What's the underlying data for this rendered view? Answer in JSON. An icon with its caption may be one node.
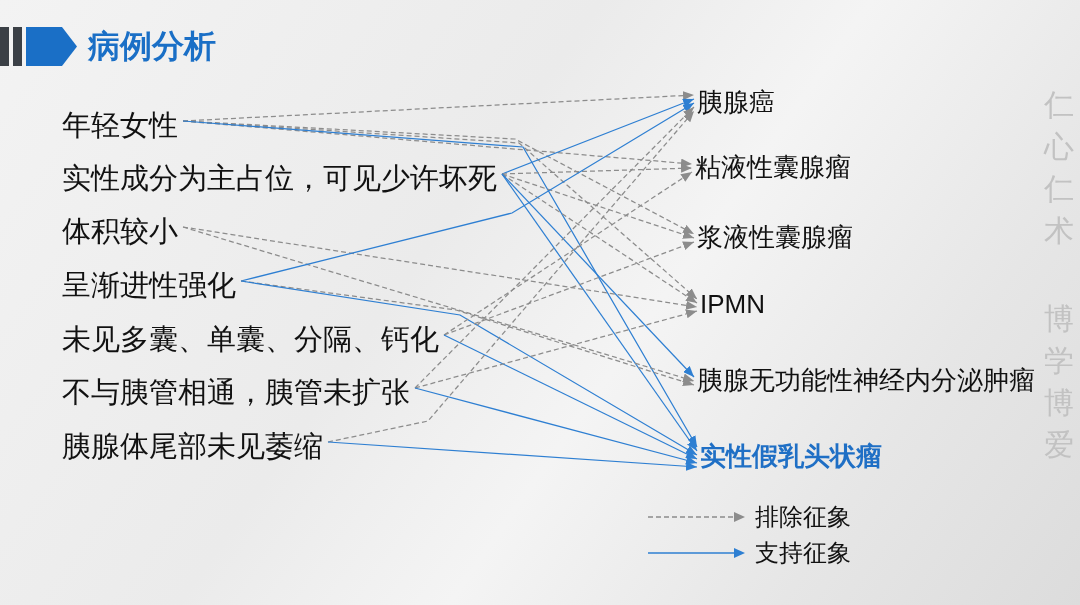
{
  "diagram": {
    "title": "病例分析",
    "nodes": [
      {
        "text": [
          "年轻女性"
        ]
      },
      {
        "text": [
          "实性成分为主占位，可见少许坏死"
        ]
      },
      {
        "text": [
          "体积较小"
        ]
      },
      {
        "text": [
          "呈渐进性强化"
        ]
      },
      {
        "text": [
          "未见多囊、单囊、分隔、钙化"
        ]
      },
      {
        "text": [
          "不与胰管相通，胰管未扩张"
        ]
      },
      {
        "text": [
          "胰腺体尾部未见萎缩"
        ]
      },
      {
        "text": [
          "胰腺癌"
        ]
      },
      {
        "text": [
          "粘液性囊腺瘤"
        ]
      },
      {
        "text": [
          "浆液性囊腺瘤"
        ]
      },
      {
        "text": [
          "IPMN"
        ]
      },
      {
        "text": [
          "胰腺无功能性神经内分泌肿瘤"
        ]
      },
      {
        "text": [
          "实性假乳头状瘤"
        ]
      }
    ],
    "edges": [
      {
        "from": 0,
        "to": 7,
        "arrow": "to",
        "style": "dashed"
      },
      {
        "from": 0,
        "to": 8,
        "arrow": "to",
        "style": "dashed"
      },
      {
        "from": 0,
        "to": 9,
        "arrow": "to",
        "style": "dashed"
      },
      {
        "from": 0,
        "to": 10,
        "arrow": "to",
        "style": "dashed"
      },
      {
        "from": 0,
        "to": 12,
        "arrow": "to",
        "color": "#2e7fd2"
      },
      {
        "from": 1,
        "to": 7,
        "arrow": "to",
        "color": "#2e7fd2"
      },
      {
        "from": 1,
        "to": 8,
        "arrow": "to",
        "style": "dashed"
      },
      {
        "from": 1,
        "to": 9,
        "arrow": "to",
        "style": "dashed"
      },
      {
        "from": 1,
        "to": 10,
        "arrow": "to",
        "style": "dashed"
      },
      {
        "from": 1,
        "to": 11,
        "arrow": "to",
        "color": "#2e7fd2"
      },
      {
        "from": 1,
        "to": 12,
        "arrow": "to",
        "color": "#2e7fd2"
      },
      {
        "from": 2,
        "to": 10,
        "arrow": "to",
        "style": "dashed"
      },
      {
        "from": 2,
        "to": 11,
        "arrow": "to",
        "style": "dashed"
      },
      {
        "from": 3,
        "to": 7,
        "arrow": "to",
        "color": "#2e7fd2"
      },
      {
        "from": 3,
        "to": 11,
        "arrow": "to",
        "style": "dashed"
      },
      {
        "from": 3,
        "to": 12,
        "arrow": "to",
        "color": "#2e7fd2"
      },
      {
        "from": 4,
        "to": 8,
        "arrow": "to",
        "style": "dashed"
      },
      {
        "from": 4,
        "to": 9,
        "arrow": "to",
        "style": "dashed"
      },
      {
        "from": 4,
        "to": 12,
        "arrow": "to",
        "color": "#2e7fd2"
      },
      {
        "from": 5,
        "to": 7,
        "arrow": "to",
        "style": "dashed"
      },
      {
        "from": 5,
        "to": 10,
        "arrow": "to",
        "style": "dashed"
      },
      {
        "from": 5,
        "to": 12,
        "arrow": "to",
        "color": "#2e7fd2"
      },
      {
        "from": 6,
        "to": 7,
        "arrow": "to",
        "style": "dashed"
      },
      {
        "from": 6,
        "to": 12,
        "arrow": "to",
        "color": "#2e7fd2"
      }
    ],
    "labels": [
      "仁心仁术",
      "博学博爱"
    ],
    "legend": [
      {
        "text": "排除征象"
      },
      {
        "text": "支持征象"
      }
    ]
  }
}
